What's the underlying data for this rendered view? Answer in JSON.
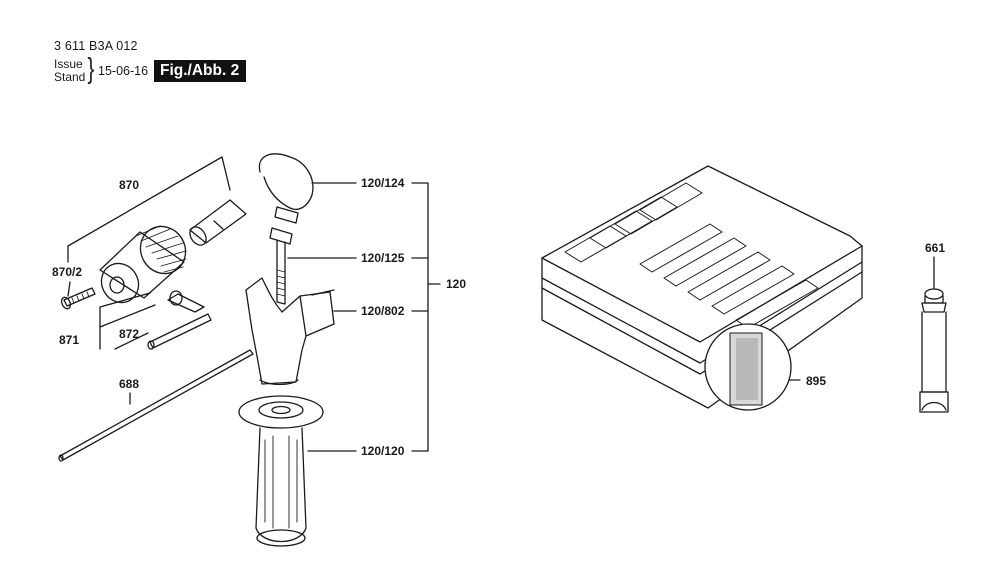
{
  "header": {
    "doc_number": "3 611 B3A 012",
    "issue_label": "Issue",
    "stand_label": "Stand",
    "date": "15-06-16",
    "figure_label": "Fig./Abb. 2"
  },
  "parts": {
    "p870": "870",
    "p870_2": "870/2",
    "p871": "871",
    "p872": "872",
    "p688": "688",
    "p120_124": "120/124",
    "p120_125": "120/125",
    "p120_802": "120/802",
    "p120_120": "120/120",
    "p120": "120",
    "p895": "895",
    "p661": "661"
  }
}
